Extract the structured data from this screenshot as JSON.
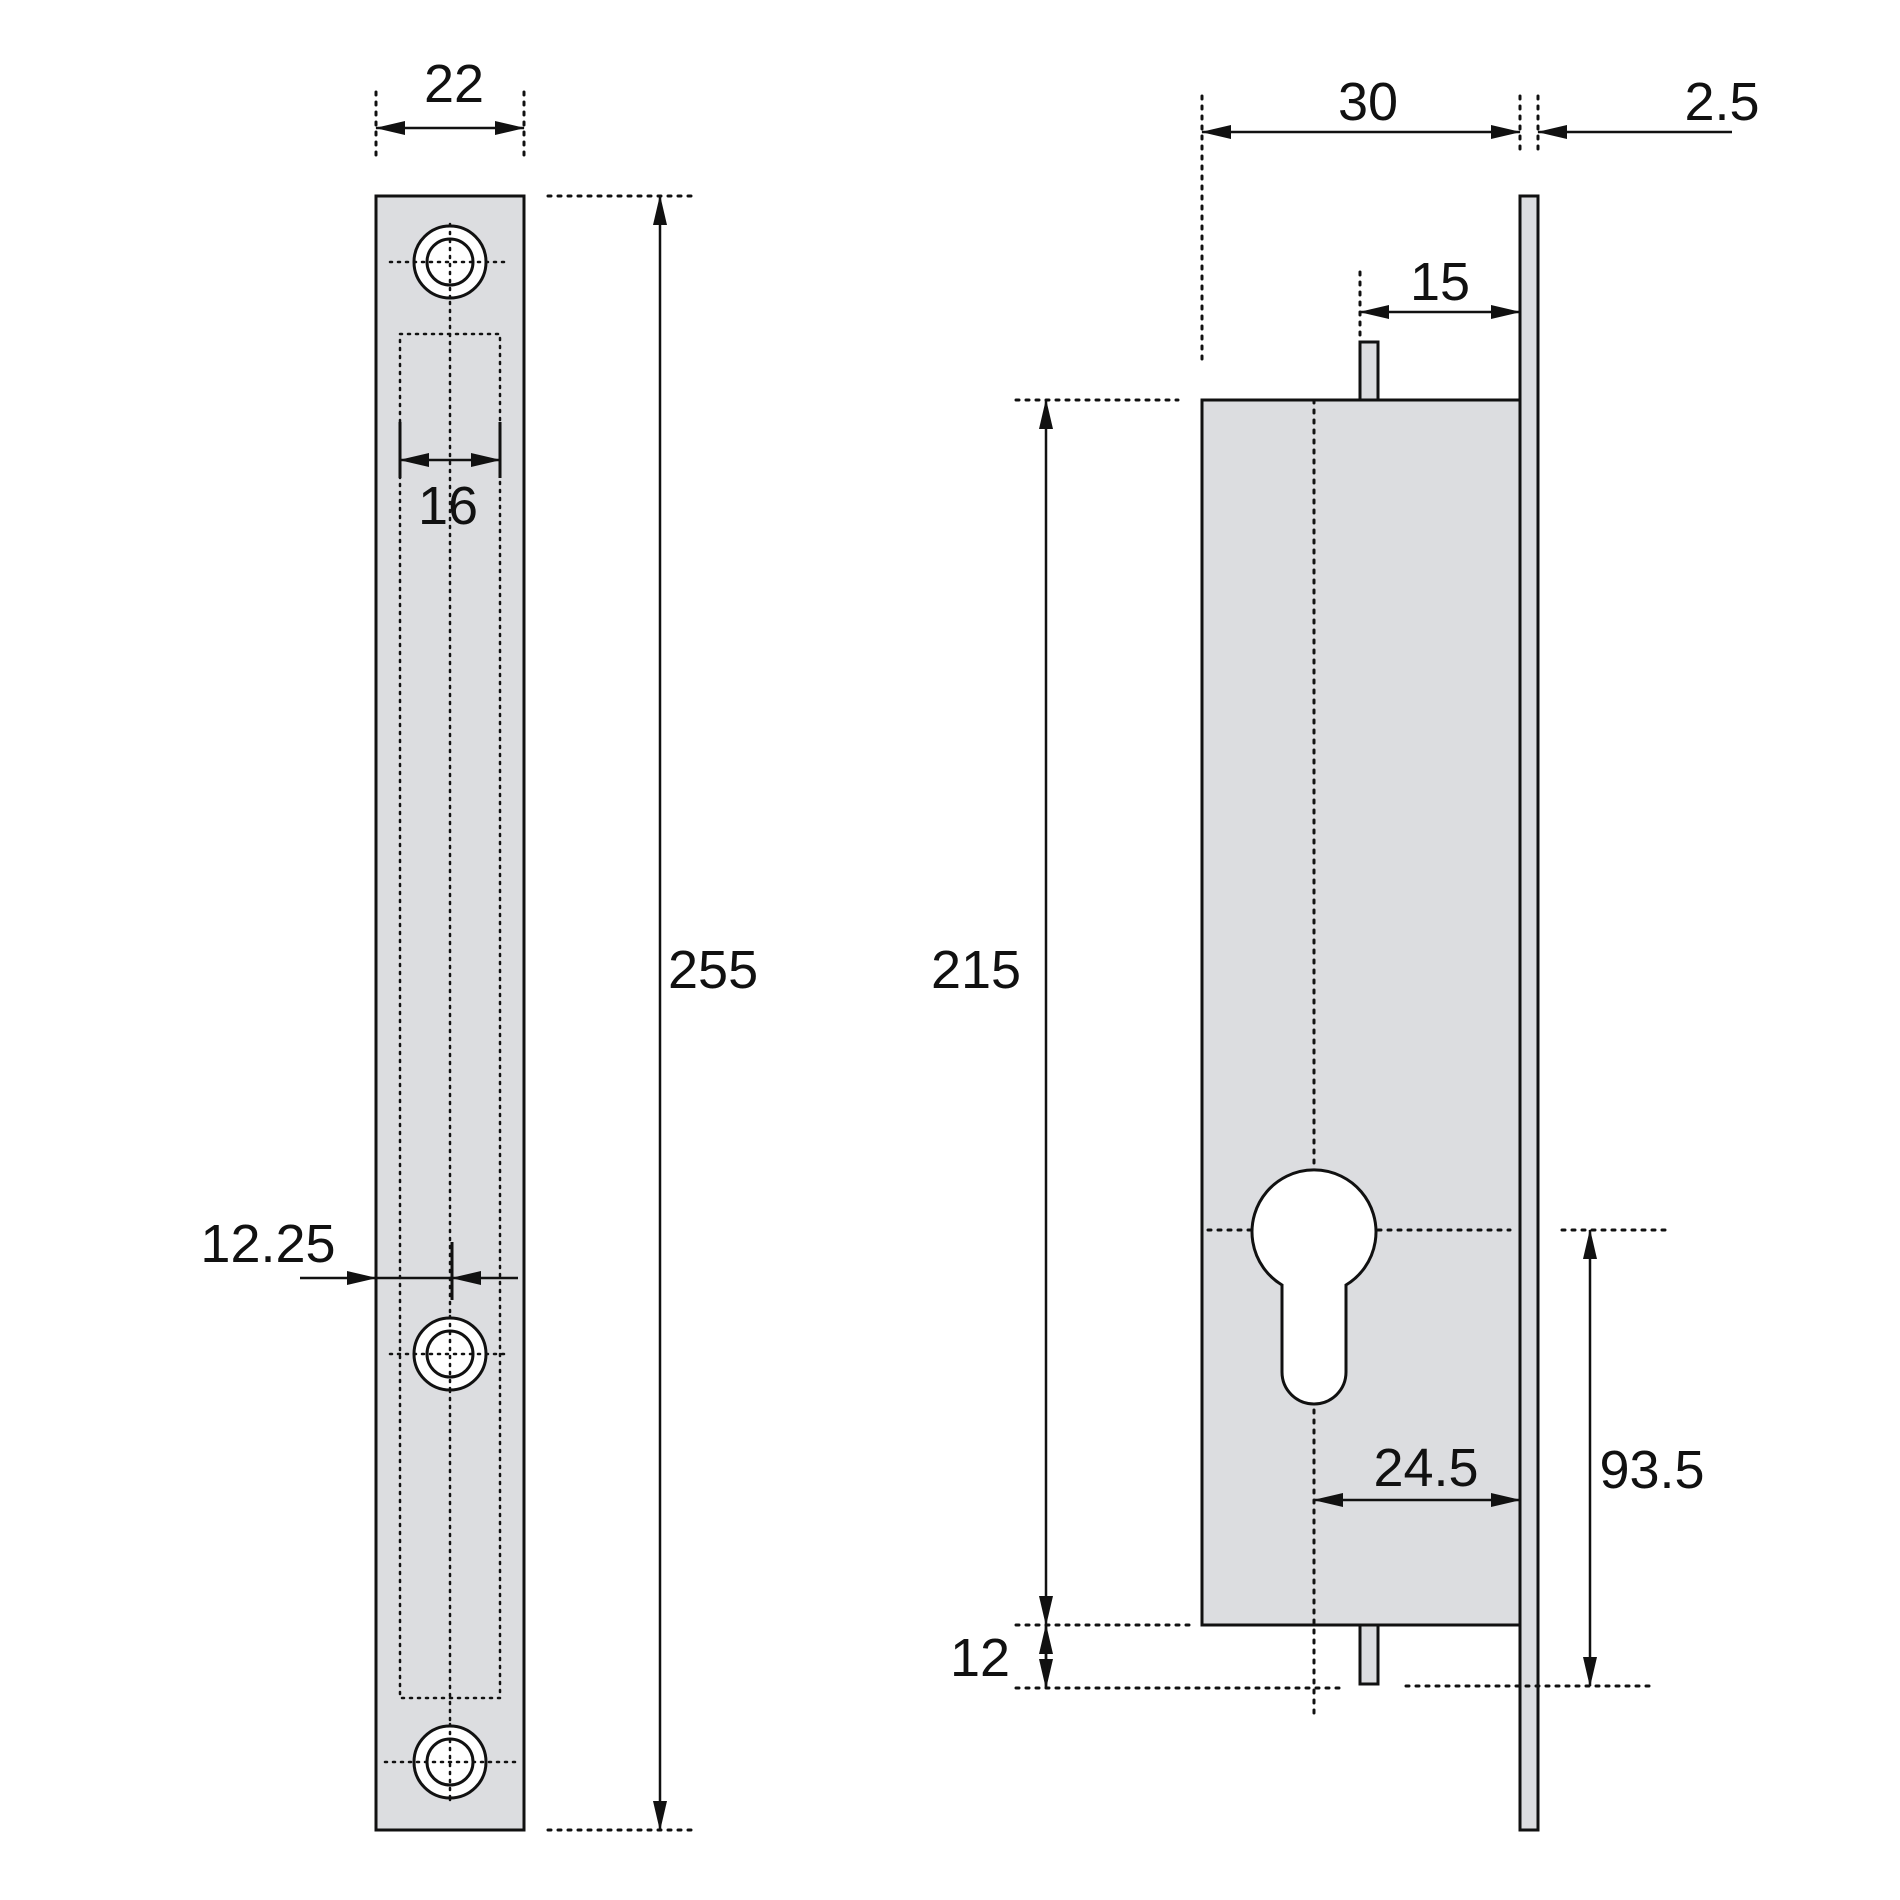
{
  "colors": {
    "line": "#111111",
    "part_fill": "#dcdde0",
    "background": "#ffffff"
  },
  "front_view": {
    "width_label": "22",
    "height_label": "255",
    "slot_width_label": "16",
    "hole_offset_label": "12.25",
    "screw_holes": 3
  },
  "side_view": {
    "body_depth_label": "30",
    "faceplate_thickness_label": "2.5",
    "bolt_offset_label": "15",
    "body_height_label": "215",
    "bolt_overhang_label": "12",
    "cylinder_backset_label": "24.5",
    "cylinder_height_label": "93.5",
    "cylinder_cutout": "euro-profile"
  }
}
